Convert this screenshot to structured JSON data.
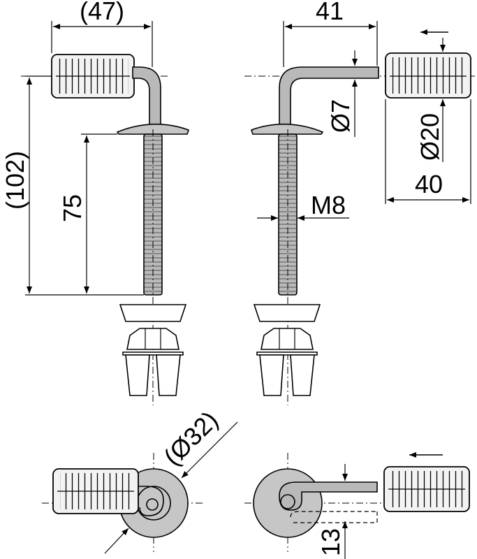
{
  "dimensions": {
    "top_left_width": "(47)",
    "top_middle_width": "41",
    "overall_height": "(102)",
    "shaft_length": "75",
    "rod_diameter": "Ø7",
    "thread": "M8",
    "sleeve_diameter": "Ø20",
    "sleeve_length": "40",
    "washer_diameter": "(Ø32)",
    "offset": "13"
  },
  "icons": [
    "assembly-arrow-left-icon",
    "assembly-arrow-left-icon"
  ]
}
